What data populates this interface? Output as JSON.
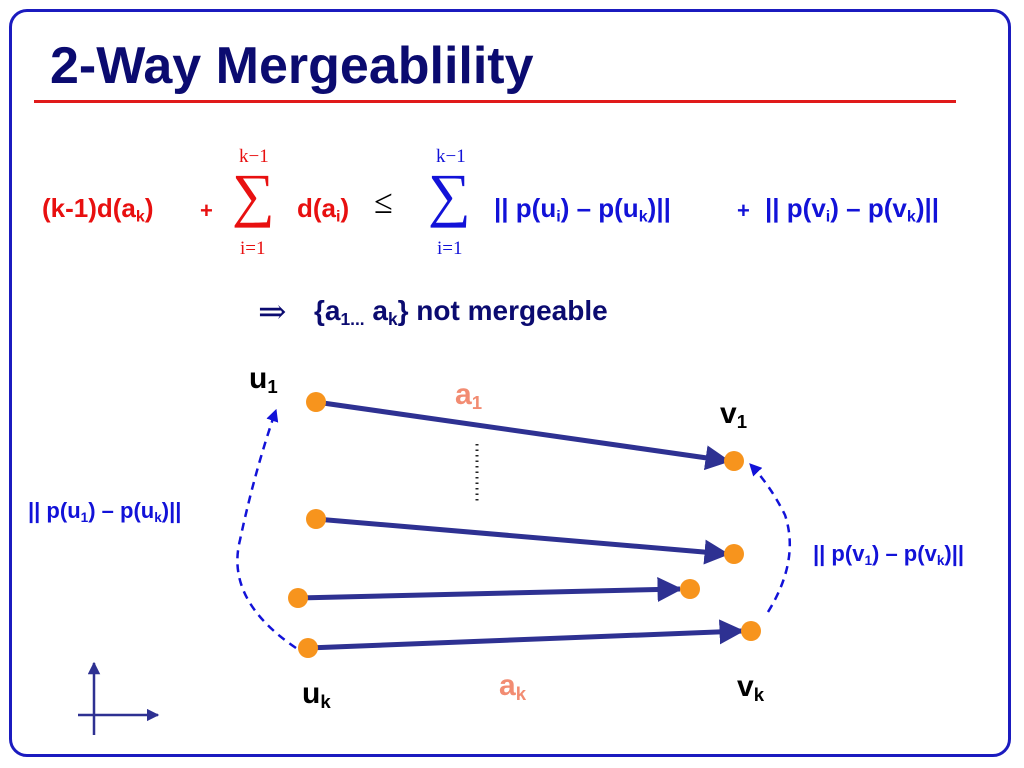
{
  "title": "2-Way Mergeablility",
  "formula": {
    "lhs_term1": "(k-1)d(a",
    "lhs_term1_sub": "k",
    "lhs_term1_close": ")",
    "plus1": "+",
    "sum1_upper": "k−1",
    "sum1_symbol": "∑",
    "sum1_lower": "i=1",
    "sum1_term": "d(a",
    "sum1_term_sub": "i",
    "sum1_term_close": ")",
    "leq": "≤",
    "sum2_upper": "k−1",
    "sum2_symbol": "∑",
    "sum2_lower": "i=1",
    "rhs_a": "|| p(u",
    "rhs_a_sub1": "i",
    "rhs_a_mid": ") – p(u",
    "rhs_a_sub2": "k",
    "rhs_a_close": ")||",
    "plus2": "+",
    "rhs_b": "|| p(v",
    "rhs_b_sub1": "i",
    "rhs_b_mid": ") – p(v",
    "rhs_b_sub2": "k",
    "rhs_b_close": ")||"
  },
  "conclusion": {
    "arrow": "⇒",
    "text_open": "{a",
    "sub1": "1...",
    "text_mid": " a",
    "sub2": "k",
    "text_close": "} not mergeable"
  },
  "labels": {
    "u1": "u",
    "u1_sub": "1",
    "uk": "u",
    "uk_sub": "k",
    "v1": "v",
    "v1_sub": "1",
    "vk": "v",
    "vk_sub": "k",
    "a1": "a",
    "a1_sub": "1",
    "ak": "a",
    "ak_sub": "k",
    "left_dist": "|| p(u",
    "left_dist_sub1": "1",
    "left_dist_mid": ") – p(u",
    "left_dist_sub2": "k",
    "left_dist_close": ")||",
    "right_dist": "|| p(v",
    "right_dist_sub1": "1",
    "right_dist_mid": ") – p(v",
    "right_dist_sub2": "k",
    "right_dist_close": ")||"
  },
  "colors": {
    "title": "#0b0b70",
    "rule": "#e01a1a",
    "frame": "#1b1bbf",
    "lhs": "#e81010",
    "rhs": "#1212d8",
    "arrow": "#2e3192",
    "node": "#f7941d",
    "edge_label": "#f28c72"
  },
  "icons": [
    "dashed-curved-arrow-icon",
    "axes-icon",
    "vertical-ellipsis-icon"
  ]
}
